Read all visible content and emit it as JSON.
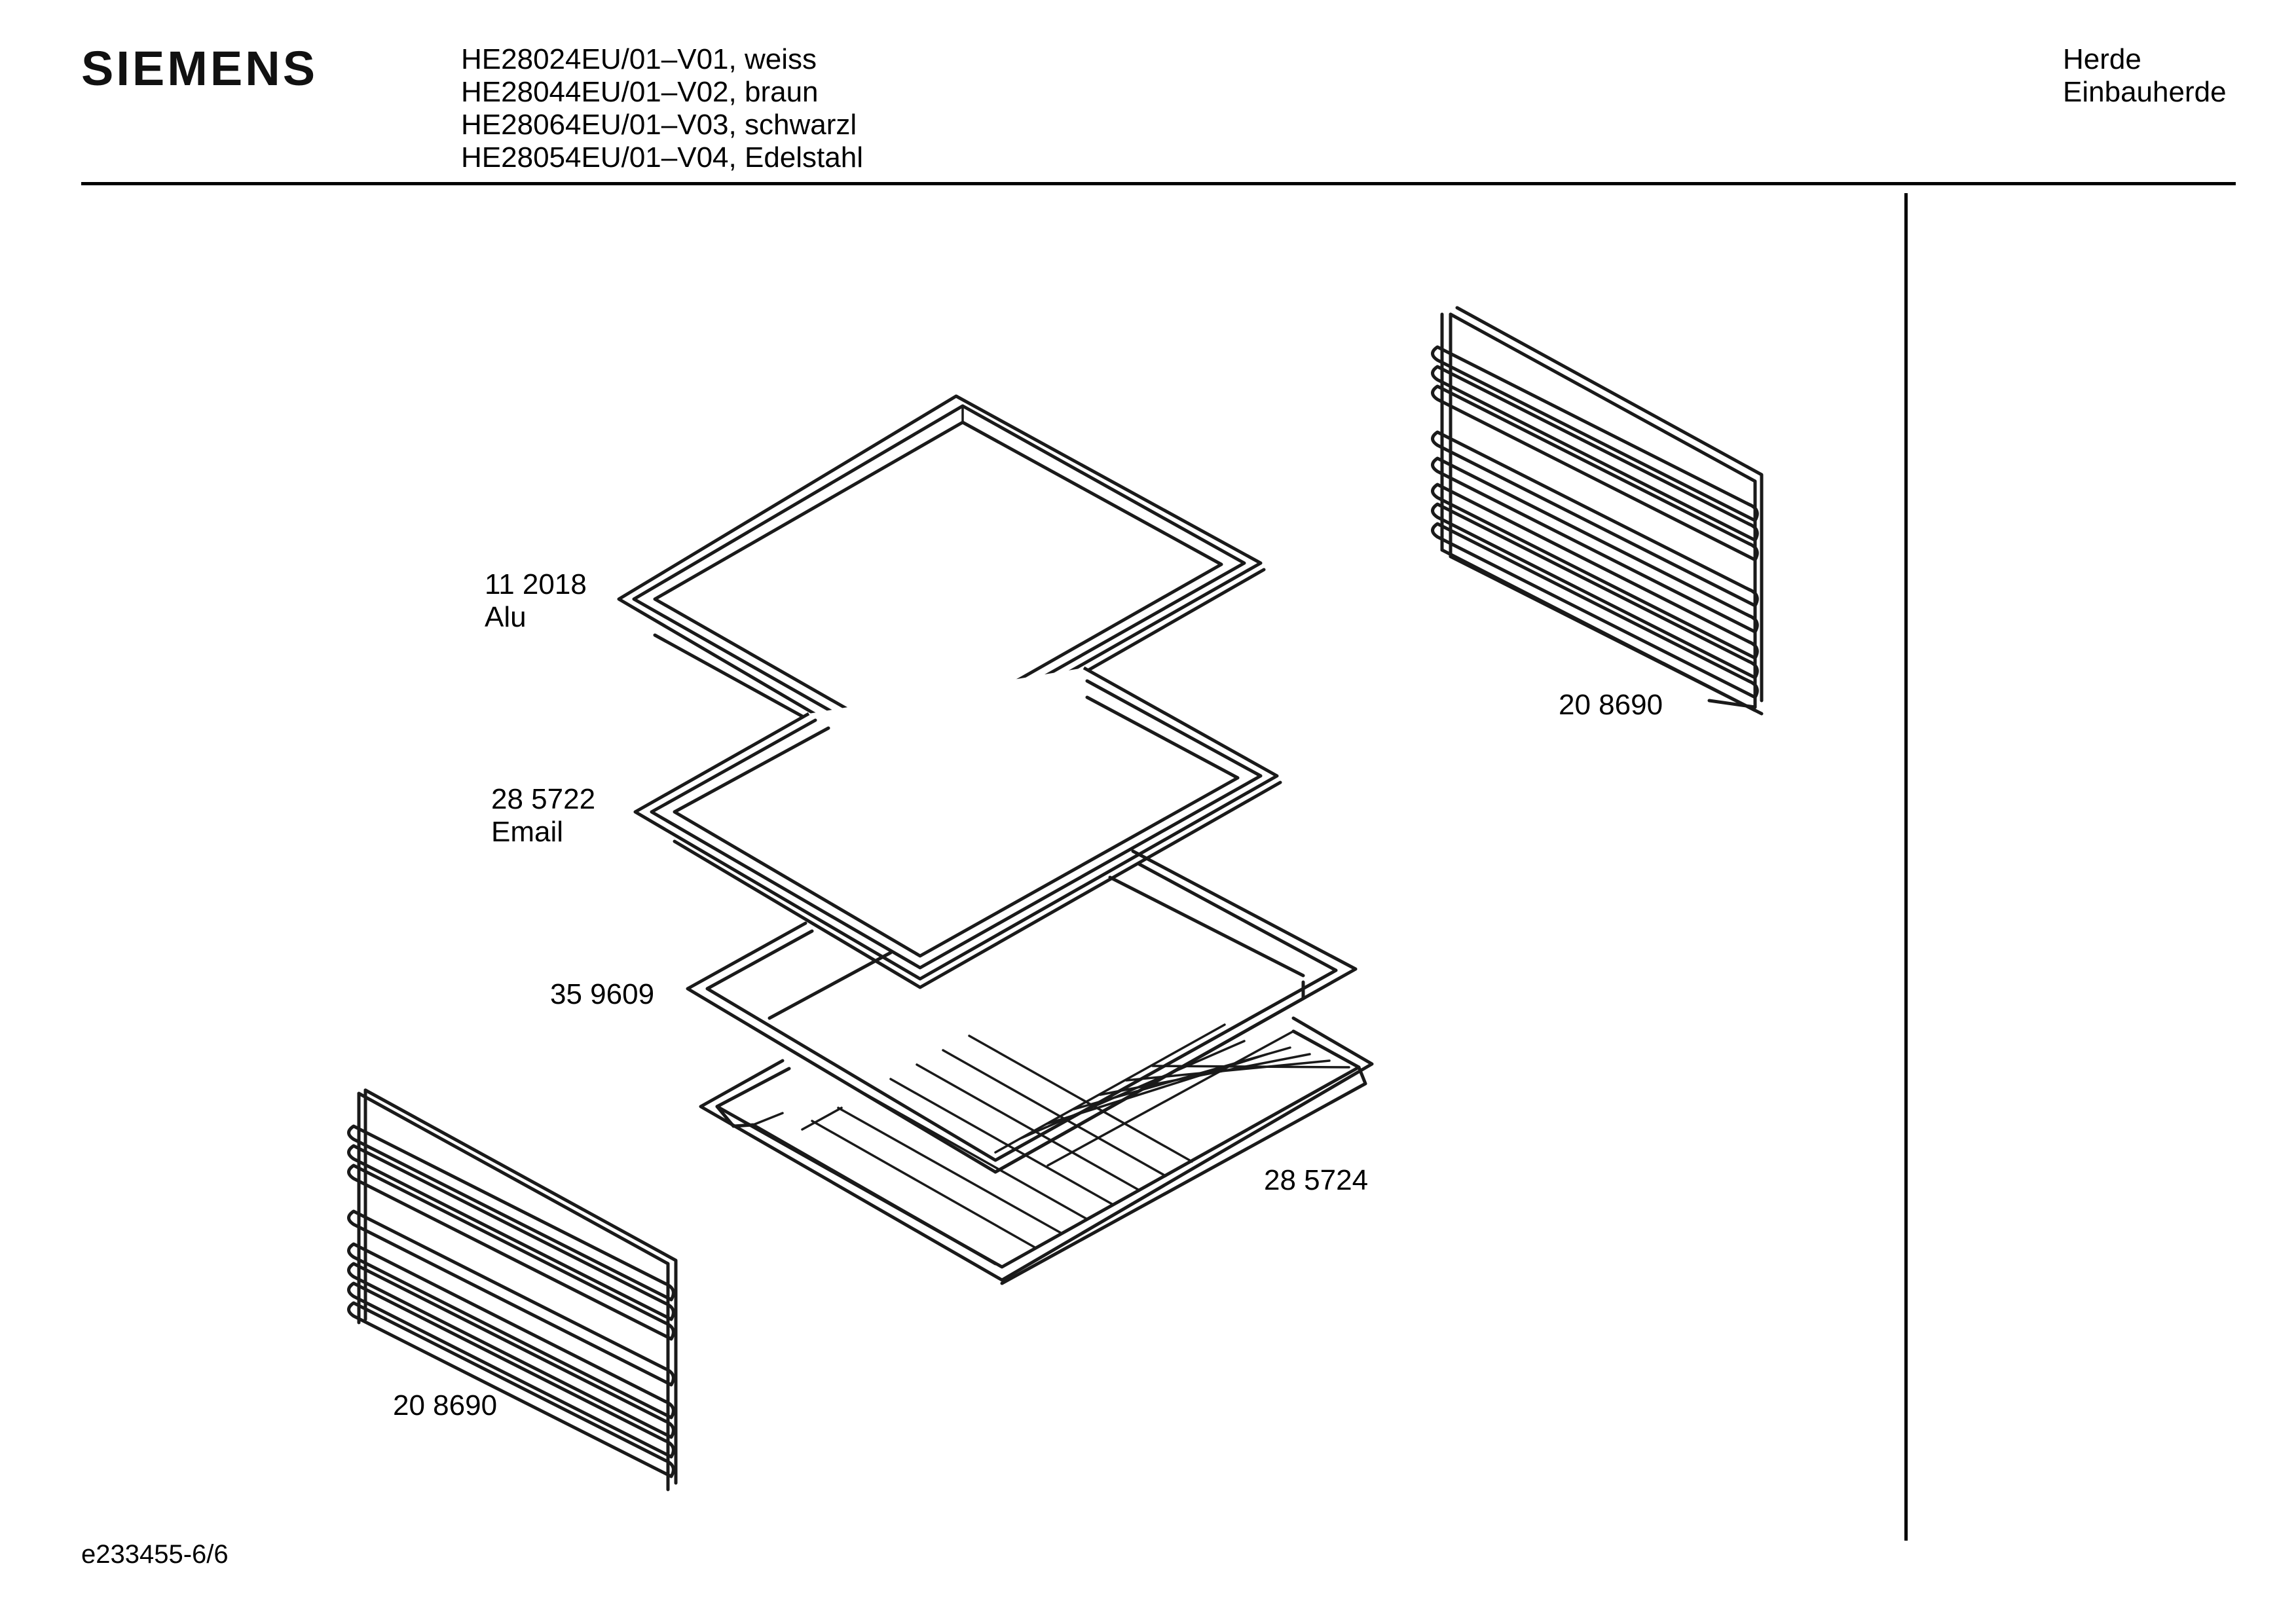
{
  "header": {
    "brand": "SIEMENS",
    "models": [
      "HE28024EU/01–V01, weiss",
      "HE28044EU/01–V02, braun",
      "HE28064EU/01–V03, schwarzl",
      "HE28054EU/01–V04, Edelstahl"
    ],
    "category": [
      "Herde",
      "Einbauherde"
    ]
  },
  "parts": {
    "tray_alu": {
      "number": "11 2018",
      "material": "Alu"
    },
    "tray_email": {
      "number": "28 5722",
      "material": "Email"
    },
    "pan_insert": {
      "number": "35 9609"
    },
    "rack_grid": {
      "number": "28 5724"
    },
    "rail_right": {
      "number": "20 8690"
    },
    "rail_left": {
      "number": "20 8690"
    }
  },
  "footer": {
    "doc_id": "e233455-6/6"
  }
}
